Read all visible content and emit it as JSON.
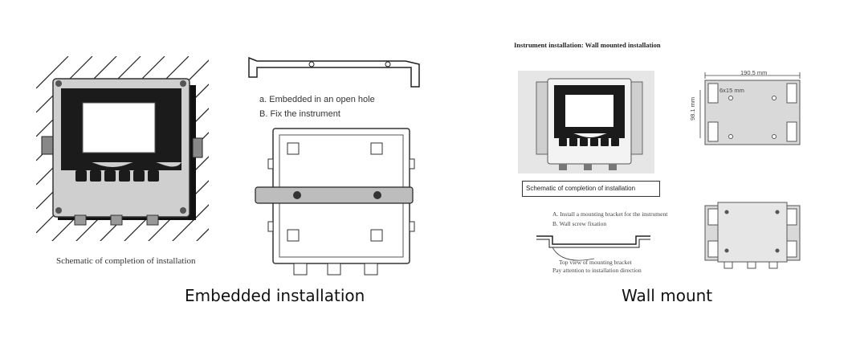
{
  "left": {
    "schematic_caption": "Schematic of completion of installation",
    "steps": [
      "a.  Embedded in an open hole",
      "B.  Fix the instrument"
    ],
    "title": "Embedded installation"
  },
  "right": {
    "header": "Instrument installation: Wall mounted installation",
    "schematic_caption": "Schematic of completion of installation",
    "steps": [
      "A. Install a mounting bracket for the instrument",
      "B. Wall screw fixation"
    ],
    "bracket_note": [
      "Top view of mounting bracket",
      "Pay attention to installation direction"
    ],
    "dim_width": "190.5 mm",
    "dim_height": "98.1 mm",
    "dim_hole": "6x15 mm",
    "title": "Wall mount"
  }
}
